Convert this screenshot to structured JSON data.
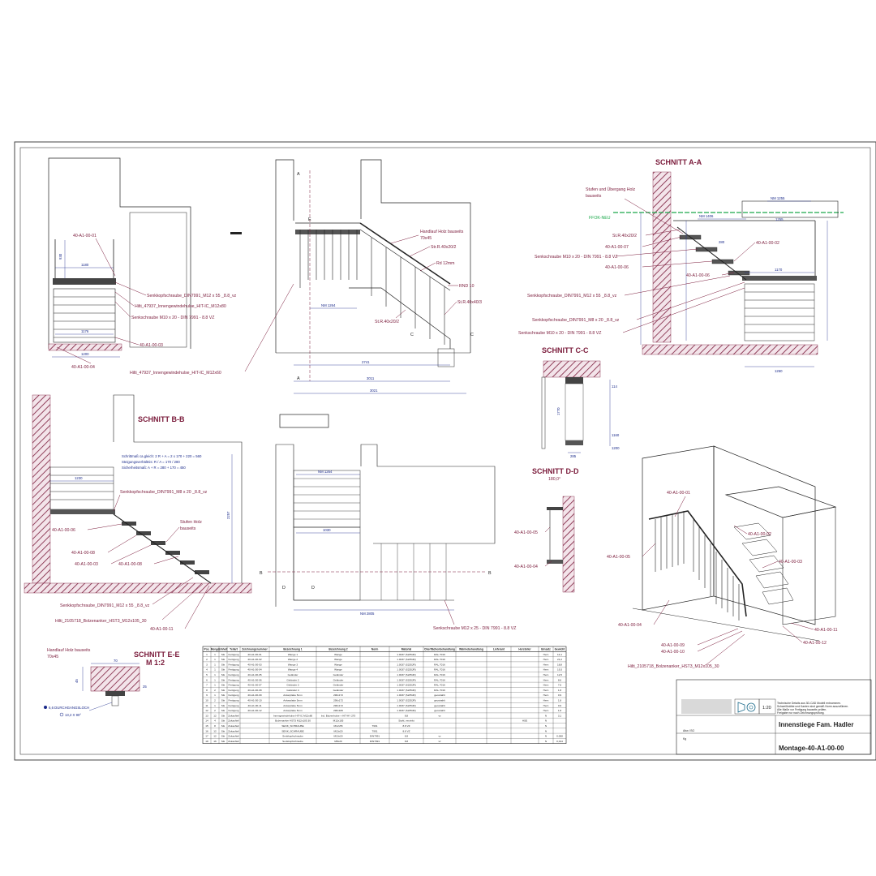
{
  "sections": {
    "aa": "SCHNITT A-A",
    "bb": "SCHNITT B-B",
    "cc": "SCHNITT C-C",
    "dd": "SCHNITT D-D",
    "dd_rot": "180,0°",
    "ee": "SCHNITT E-E",
    "ee_scale": "M 1:2"
  },
  "callouts": {
    "p01": "40-A1-00-01",
    "p02": "40-A1-00-02",
    "p03": "40-A1-00-03",
    "p04": "40-A1-00-04",
    "p05": "40-A1-00-05",
    "p06": "40-A1-00-06",
    "p07": "40-A1-00-07",
    "p08": "40-A1-00-08",
    "p09": "40-A1-00-09",
    "p10": "40-A1-00-10",
    "p11": "40-A1-00-11",
    "p12": "40-A1-00-12"
  },
  "notes": {
    "senk_m12x55": "Senkkopfschraube_DIN7991_M12 x 55 _8.8_vz",
    "hilti_47937_m12x80": "Hilti_47937_Innengewindehulse_HIT-IC_M12x80",
    "senk_m10x20_v1": "Senkschraube M10 x 20 - DIN 7991 - 8.8 VZ",
    "hilti_47937_m12x60": "Hilti_47937_Innengewindehulse_HIT-IC_M12x60",
    "handlauf": "Handlauf Holz bauseits",
    "handlauf_size": "70x45",
    "str_40x20_2": "Str.R.40x20/2",
    "rnd12": "Rd 12mm",
    "rnd10": "RND 10",
    "str_40x40_3": "St.R.40x40/3",
    "str_40x20_2b": "St.R.40x20/2",
    "stufen_ubergang": "Stufen und Übergang Holz",
    "bauseits": "bauseits",
    "ffok_neu": "FFOK-NEU",
    "str_40x20_aa": "St.R.40x20/2",
    "senk_m10x20_aa": "Senkschraube M10 x 20 - DIN 7991 - 8.8 VZ",
    "senk_m12x55_aa": "Senkkopfschraube_DIN7991_M12 x 55 _8.8_vz",
    "senk_m8x20_aa": "Senkkopfschraube_DIN7991_M8 x 20 _8.8_vz",
    "senk_m10x20_aa2": "Senkschraube M10 x 20 - DIN 7991 - 8.8 VZ",
    "senk_m8x20_bb": "Senkkopfschraube_DIN7991_M8 x 20 _8.8_vz",
    "stufen_holz": "Stufen Holz",
    "senk_m12x55_bb": "Senkkopfschraube_DIN7991_M12 x 55 _8.8_vz",
    "hilti_2105718": "Hilti_2105718_Bolzenanker_HST3_M12x105_30",
    "senk_m12x25": "Senkschraube M12 x 25 - DIN 7991 - 8.8 VZ",
    "hilti_2105718_iso": "Hilti_2105718_Bolzenanker_HST3_M12x105_30",
    "durchgangsloch": "6,6 DURCHGANGSLOCH",
    "senkung": "13,2 X 90°"
  },
  "dims": {
    "d1180": "1180",
    "d1176": "1176",
    "d1200": "1200",
    "d930": "930",
    "d2741": "2741",
    "d3011": "3011",
    "d3021": "3021",
    "d1264": "NM 1264",
    "d2805": "NM 2805",
    "d1030": "1030",
    "d1255": "NM 1255",
    "d1406": "NM 1406",
    "d1255b": "1255",
    "d280": "280",
    "d1170": "1170",
    "d1260": "1260",
    "d1160": "1160",
    "d1200cc": "1200",
    "d1770": "1770",
    "d114": "114",
    "d285": "285",
    "d1230": "1230",
    "d2257": "2257",
    "d70": "70",
    "d45": "45",
    "d25": "25",
    "bb_calc1": "Schrittmaß ca.gleich: 2 R + A = 2 x 170 + 220 = 560",
    "bb_calc2": "Steigungsverhältnis: R / A = 170 / 280",
    "bb_calc3": "Sicherheitsmaß: A + R = 280 + 170 = 450"
  },
  "section_marks": {
    "A": "A",
    "B": "B",
    "C": "C",
    "D": "D",
    "E": "E"
  },
  "bom": {
    "headers": [
      "Pos.",
      "Menge",
      "Einheit",
      "Teilart",
      "Zeichnungsnummer",
      "Bezeichnung 1",
      "Bezeichnung 2",
      "Norm",
      "Material",
      "Oberflächenbehandlung",
      "Wärmebehandlung",
      "Lieferant",
      "Hersteller",
      "Einsatz",
      "Gewicht"
    ],
    "rows": [
      [
        "1",
        "1",
        "Stk",
        "Fertigung",
        "40-A1-00-01",
        "Wange 1",
        "Wange",
        "",
        "1.0037 (S235JR)",
        "RAL 7016",
        "",
        "",
        "",
        "Hern",
        "14,1"
      ],
      [
        "2",
        "1",
        "Stk",
        "Fertigung",
        "40-A1-00-02",
        "Wange 2",
        "Wange",
        "",
        "1.0037 (S235JR)",
        "RAL 7016",
        "",
        "",
        "",
        "Hern",
        "21,2"
      ],
      [
        "3",
        "1",
        "Stk",
        "Fertigung",
        "40-A1-00-03",
        "Wange 3",
        "Wange",
        "",
        "1.0037 (S235JR)",
        "RAL 7016",
        "",
        "",
        "",
        "Hern",
        "18,8"
      ],
      [
        "4",
        "1",
        "Stk",
        "Fertigung",
        "40-A1-00-04",
        "Wange 4",
        "Wange",
        "",
        "1.0037 (S235JR)",
        "RAL 7016",
        "",
        "",
        "",
        "Hern",
        "19,3"
      ],
      [
        "5",
        "1",
        "Stk",
        "Fertigung",
        "40-A1-00-05",
        "Geländer",
        "Geländer",
        "",
        "1.0037 (S235JR)",
        "RAL 7016",
        "",
        "",
        "",
        "Hern",
        "12,5"
      ],
      [
        "6",
        "1",
        "Stk",
        "Fertigung",
        "40-A1-00-06",
        "Geländer 2",
        "Geländer",
        "",
        "1.0037 (S235JR)",
        "RAL 7016",
        "",
        "",
        "",
        "Hern",
        "8,6"
      ],
      [
        "7",
        "1",
        "Stk",
        "Fertigung",
        "40-A1-00-07",
        "Geländer 3",
        "Geländer",
        "",
        "1.0037 (S235JR)",
        "RAL 7016",
        "",
        "",
        "",
        "Hern",
        "7,6"
      ],
      [
        "8",
        "2",
        "Stk",
        "Fertigung",
        "40-A1-00-08",
        "Geländer 4",
        "Geländer",
        "",
        "1.0037 (S235JR)",
        "RAL 7016",
        "",
        "",
        "",
        "Hern",
        "1,8"
      ],
      [
        "9",
        "1",
        "Stk",
        "Fertigung",
        "40-A1-00-09",
        "Ankerplatte 5mm",
        "290x172",
        "",
        "1.0037 (S235JR)",
        "geostrahlt",
        "",
        "",
        "",
        "Hern",
        "0,9"
      ],
      [
        "10",
        "2",
        "Stk",
        "Fertigung",
        "40-A1-00-10",
        "Ankerplatte 5mm",
        "290x172",
        "",
        "1.0037 (S235JR)",
        "geostrahlt",
        "",
        "",
        "",
        "Hern",
        "1,8"
      ],
      [
        "11",
        "1",
        "Stk",
        "Fertigung",
        "40-A1-00-11",
        "Ankerplatte 5mm",
        "290x172",
        "",
        "1.0037 (S235JR)",
        "geostrahlt",
        "",
        "",
        "",
        "Hern",
        "0,9"
      ],
      [
        "12",
        "2",
        "Stk",
        "Fertigung",
        "40-A1-00-12",
        "Ankerplatte 5mm",
        "290x180",
        "",
        "1.0037 (S235JR)",
        "geostrahlt",
        "",
        "",
        "",
        "Hern",
        "1,8"
      ],
      [
        "13",
        "12",
        "Stk",
        "Zukaufteil",
        "",
        "Innengewindehulse HIT-IC M12x80",
        "Ind. Bolzenhulse + HIT-HY 270",
        "",
        "8,8",
        "vz",
        "",
        "",
        "",
        "N",
        "3,1"
      ],
      [
        "14",
        "4",
        "Stk",
        "Zukaufteil",
        "",
        "Bolzenanker HST3 M12x105 30",
        "M12x105",
        "",
        "Stahl, verzinkt",
        "",
        "",
        "",
        "HSE",
        "N",
        ""
      ],
      [
        "15",
        "8",
        "Stk",
        "Zukaufteil",
        "",
        "SENK_SCHRAUBE",
        "M12x55",
        "7991",
        "8.8 VZ",
        "",
        "",
        "",
        "",
        "N",
        ""
      ],
      [
        "16",
        "12",
        "Stk",
        "Zukaufteil",
        "",
        "SENK_SCHRAUBE",
        "M10x20",
        "7991",
        "8.8 VZ",
        "",
        "",
        "",
        "",
        "N",
        ""
      ],
      [
        "17",
        "12",
        "Stk",
        "Zukaufteil",
        "",
        "Senkkopfschraube",
        "M10x20",
        "DIN7991",
        "8.8",
        "vz",
        "",
        "",
        "",
        "N",
        "0,008"
      ],
      [
        "18",
        "16",
        "Stk",
        "Zukaufteil",
        "",
        "Senkkopfschraube",
        "M8x20",
        "DIN7991",
        "8.8",
        "vz",
        "",
        "",
        "",
        "N",
        "0,014"
      ]
    ]
  },
  "title_block": {
    "scale": "1:20",
    "title": "Innenstiege Fam. Hadler",
    "drawing_no": "Montage-40-A1-00-00",
    "notice_1": "Technische Details aus 3D-CAD Modell entnommen.",
    "notice_2": "Schweißnähte und Kanten sind gemäß Norm auszuführen.",
    "notice_3": "Alle Maße vor Fertigung bauseits prüfen.",
    "notice_4": "Freigabe nur nach Zeichnungsprüfung.",
    "row_label_1": "Abw. ISO",
    "row_label_2": "Kg"
  },
  "colors": {
    "callout": "#7a1a3a",
    "hatch": "#7a1a3a",
    "dimension": "#1a2a8a",
    "ffok": "#1aa84a",
    "line": "#222222"
  }
}
